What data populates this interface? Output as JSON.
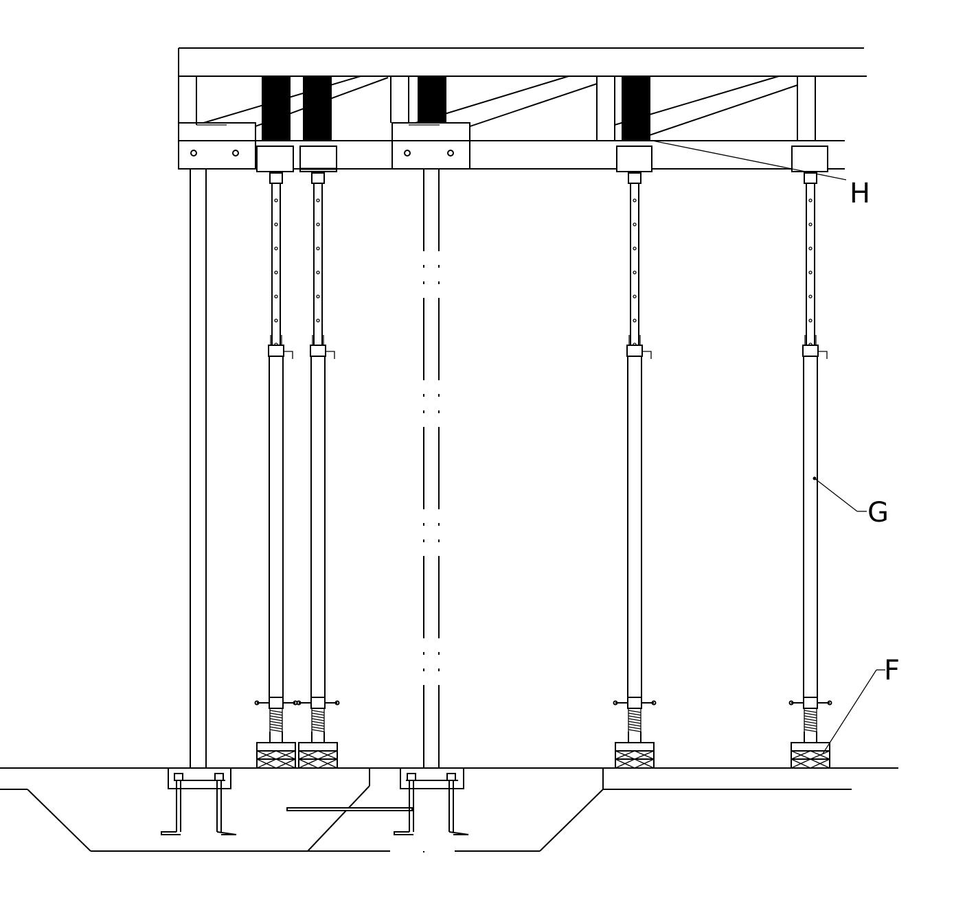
{
  "labels": {
    "h": "H",
    "g": "G",
    "f": "F"
  },
  "colors": {
    "line": "#000000",
    "background": "#ffffff"
  }
}
